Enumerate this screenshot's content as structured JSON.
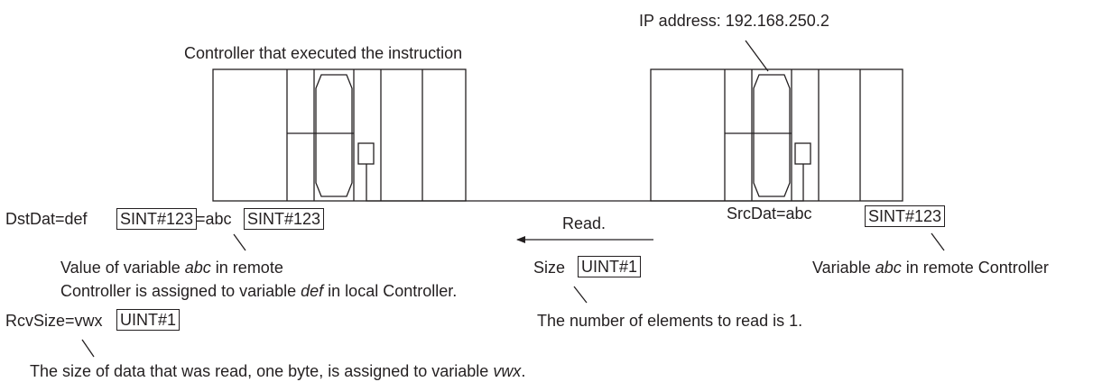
{
  "labels": {
    "ip_address": "IP address: 192.168.250.2",
    "local_controller": "Controller that executed the instruction",
    "dst_prefix": "DstDat=def",
    "dst_value": "SINT#123",
    "dst_eq_abc": "=abc",
    "abc_value": "SINT#123",
    "read": "Read.",
    "size_label": "Size",
    "size_value": "UINT#1",
    "src_prefix": "SrcDat=abc",
    "src_value": "SINT#123",
    "note_value_1a": "Value of variable ",
    "note_value_1b": "abc",
    "note_value_1c": " in remote",
    "note_value_2a": "Controller is assigned to variable ",
    "note_value_2b": "def",
    "note_value_2c": " in local Controller.",
    "note_remote_a": "Variable ",
    "note_remote_b": "abc",
    "note_remote_c": " in remote Controller",
    "rcv_prefix": "RcvSize=vwx",
    "rcv_value": "UINT#1",
    "note_elements": "The number of elements to read is 1.",
    "note_size_a": "The size of data that was read, one byte, is assigned to variable ",
    "note_size_b": "vwx",
    "note_size_c": "."
  },
  "colors": {
    "line": "#231f20",
    "text": "#231f20",
    "background": "#ffffff"
  }
}
